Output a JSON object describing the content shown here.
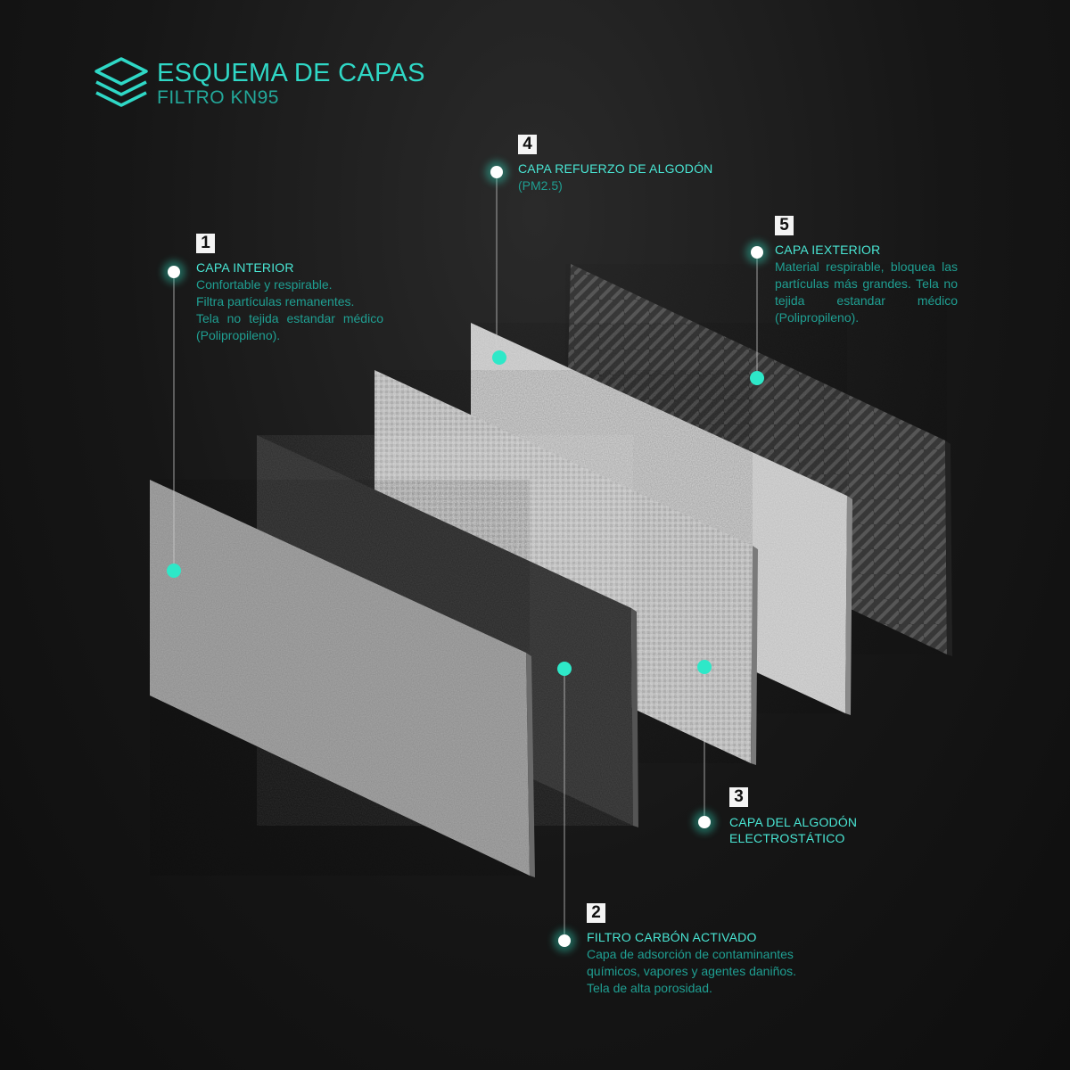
{
  "header": {
    "title": "ESQUEMA DE CAPAS",
    "subtitle": "FILTRO KN95",
    "logo_icon": "layers-icon"
  },
  "colors": {
    "accent": "#2fd8c6",
    "accent_dim": "#1f9f92",
    "dot": "#2ee8c8",
    "background": "#161616"
  },
  "layers": [
    {
      "number": "1",
      "title": "CAPA INTERIOR",
      "description": [
        "Confortable y respirable.",
        "Filtra partículas remanentes.",
        "Tela no tejida estandar médico (Polipropileno)."
      ],
      "texture": "light-gray-fabric"
    },
    {
      "number": "2",
      "title": "FILTRO CARBÓN ACTIVADO",
      "description": [
        "Capa de adsorción de contaminantes químicos, vapores y agentes daniños.",
        "Tela de alta porosidad."
      ],
      "texture": "dark-carbon-fabric"
    },
    {
      "number": "3",
      "title_lines": [
        "CAPA DEL ALGODÓN",
        "ELECTROSTÁTICO"
      ],
      "texture": "light-woven-fabric"
    },
    {
      "number": "4",
      "title": "CAPA REFUERZO DE ALGODÓN",
      "description": [
        "(PM2.5)"
      ],
      "texture": "white-cotton-fabric"
    },
    {
      "number": "5",
      "title": "CAPA IEXTERIOR",
      "description": [
        " Material respirable, bloquea las partículas más grandes. Tela no tejida estandar médico (Polipropileno)."
      ],
      "texture": "dark-herringbone-fabric"
    }
  ]
}
